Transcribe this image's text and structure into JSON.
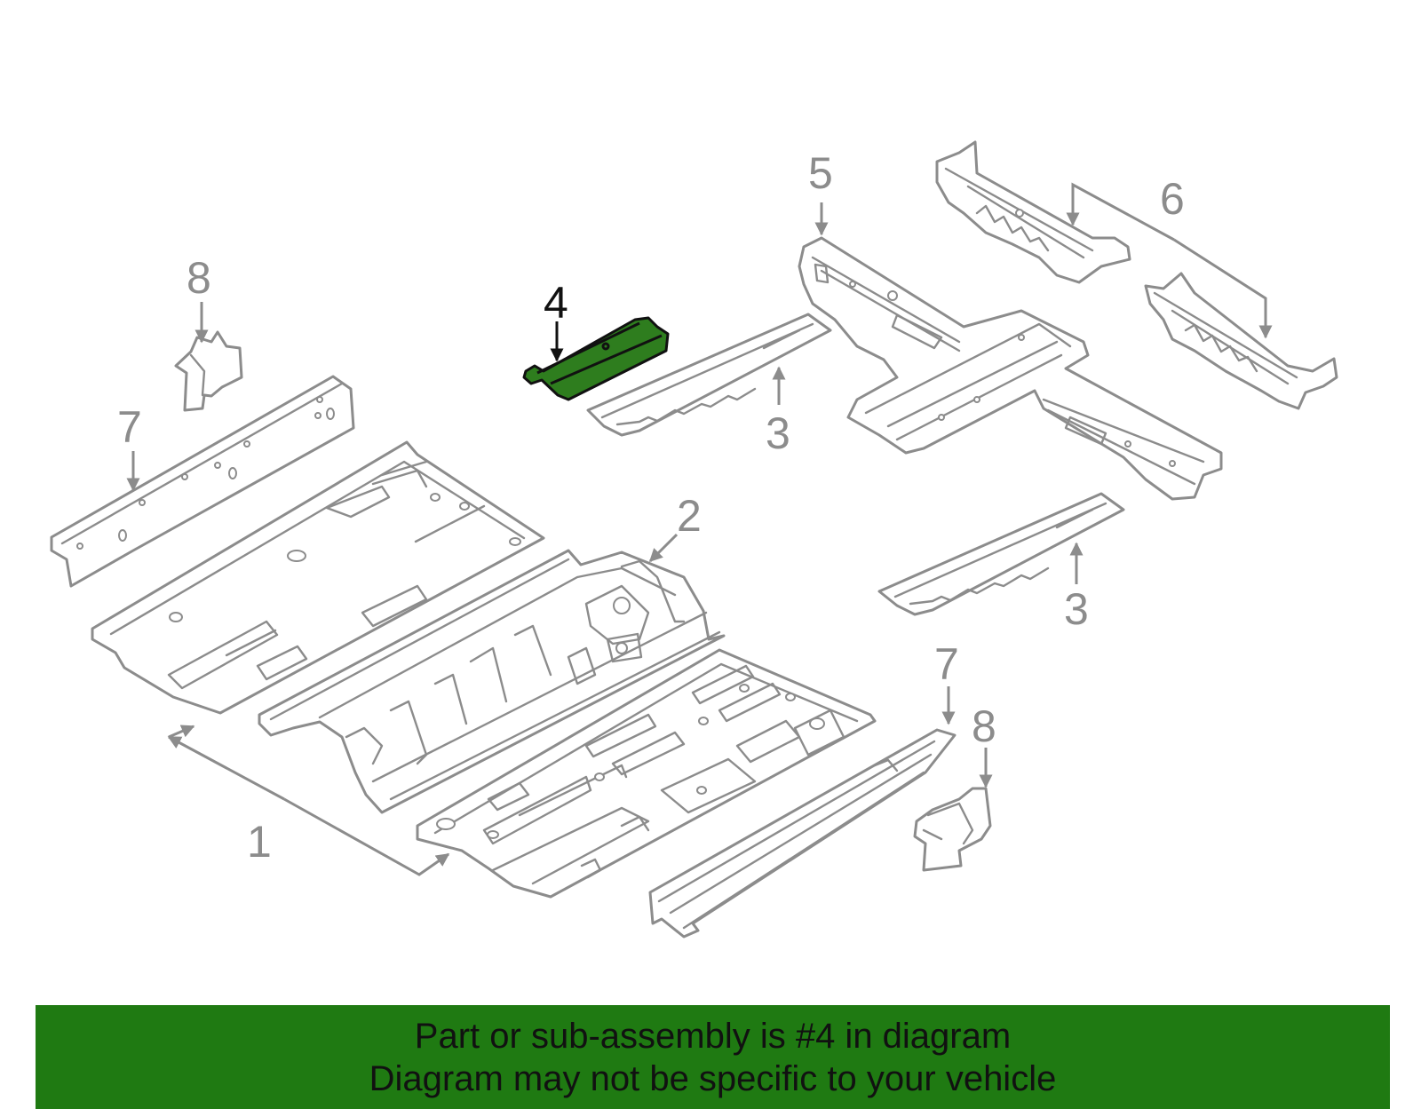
{
  "diagram": {
    "callouts": {
      "c1": "1",
      "c2": "2",
      "c3a": "3",
      "c3b": "3",
      "c4": "4",
      "c5": "5",
      "c6": "6",
      "c7a": "7",
      "c7b": "7",
      "c8a": "8",
      "c8b": "8"
    },
    "highlighted_part": "4",
    "colors": {
      "line": "#8c8c8c",
      "highlight_fill": "#2e7d1e",
      "highlight_stroke": "#111111",
      "banner_bg": "#1f7a12"
    }
  },
  "banner": {
    "line1": "Part or sub-assembly is #4 in diagram",
    "line2": "Diagram may not be specific to your vehicle"
  }
}
